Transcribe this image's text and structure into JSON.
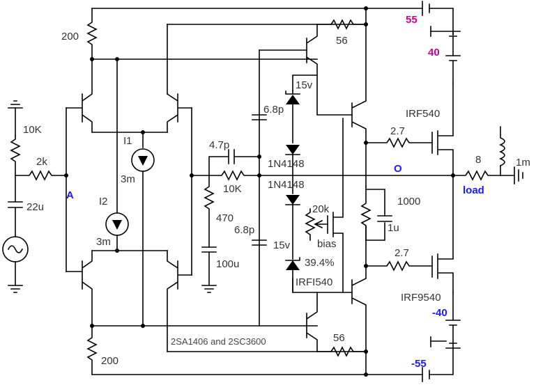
{
  "labels": {
    "r200_top": "200",
    "r200_bot": "200",
    "r56_top": "56",
    "r56_bot": "56",
    "v55": "55",
    "v40": "40",
    "vm40": "-40",
    "vm55": "-55",
    "r10k_in": "10K",
    "r2k": "2k",
    "c22u": "22u",
    "node_a": "A",
    "i1": "I1",
    "i1_val": "3m",
    "i2": "I2",
    "i2_val": "3m",
    "c4p7": "4.7p",
    "r10k_fb": "10K",
    "r470": "470",
    "c100u": "100u",
    "c6p8_top": "6.8p",
    "c6p8_bot": "6.8p",
    "z15v_top": "15v",
    "z15v_bot": "15v",
    "d1": "1N4148",
    "d2": "1N4148",
    "pot20k": "20k",
    "bias": "bias",
    "percent": "39.4%",
    "irfi540": "IRFI540",
    "r1000": "1000",
    "c1u": "1u",
    "r2p7_top": "2.7",
    "r2p7_bot": "2.7",
    "irf540": "IRF540",
    "irf9540": "IRF9540",
    "r8": "8",
    "l1m": "1m",
    "node_o": "O",
    "load": "load",
    "transistors": "2SA1406 and 2SC3600"
  }
}
